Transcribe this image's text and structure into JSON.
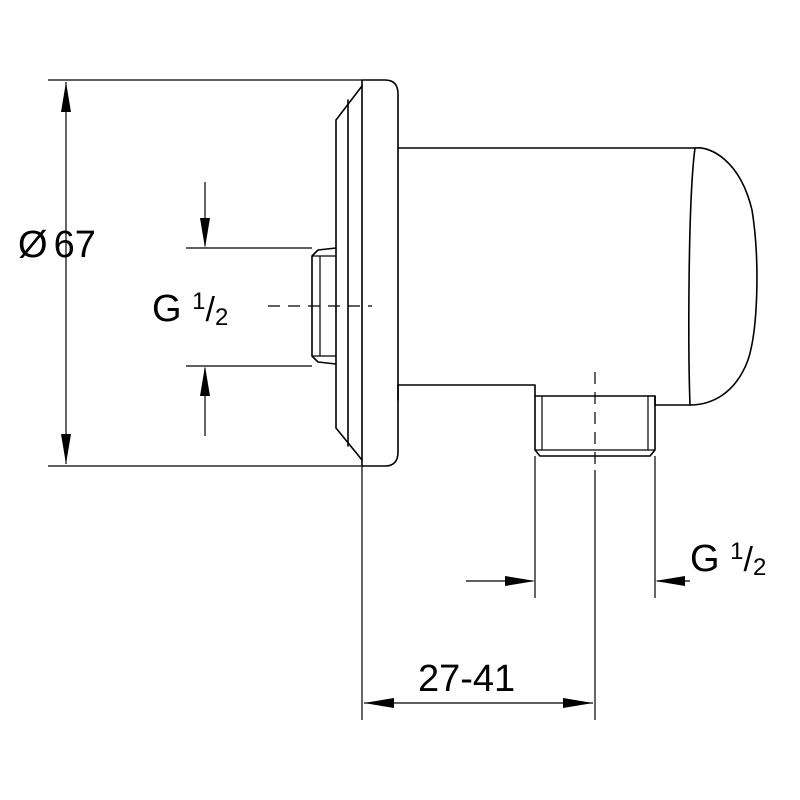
{
  "dimensions": {
    "diameter": {
      "symbol": "Ø",
      "value": "67"
    },
    "thread_inlet": {
      "letter": "G",
      "numerator": "1",
      "slash": "/",
      "denominator": "2"
    },
    "thread_outlet": {
      "letter": "G",
      "numerator": "1",
      "slash": "/",
      "denominator": "2"
    },
    "projection": {
      "value": "27-41"
    }
  },
  "colors": {
    "ink": "#000000",
    "paper": "#ffffff"
  }
}
